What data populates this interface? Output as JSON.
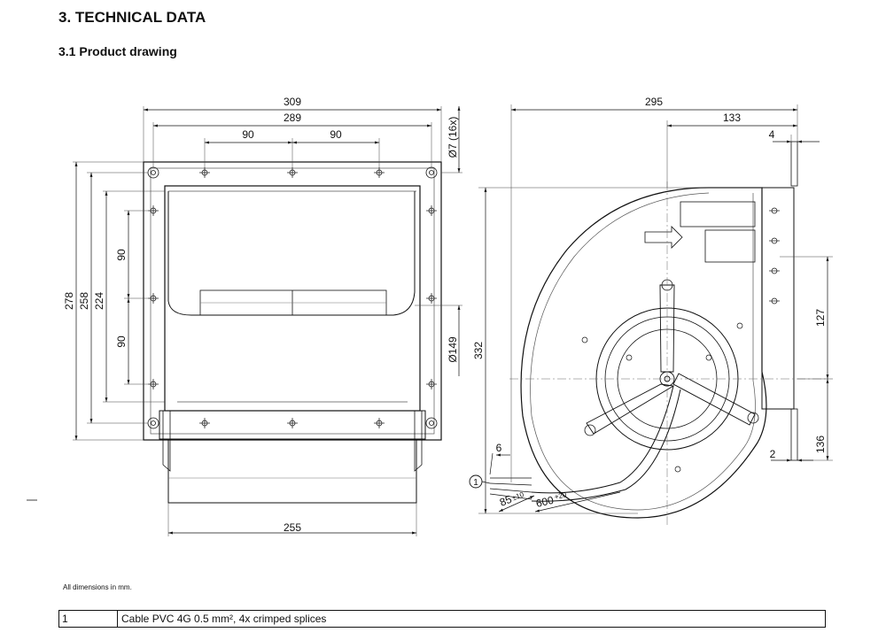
{
  "header": {
    "section_title": "3. TECHNICAL DATA",
    "subsection_title": "3.1 Product drawing"
  },
  "front_view": {
    "dim_width_outer": "309",
    "dim_width_inner": "289",
    "dim_hole_pitch_left": "90",
    "dim_hole_pitch_right": "90",
    "dim_height_total": "278",
    "dim_height_258": "258",
    "dim_height_224": "224",
    "dim_vert_pitch_top": "90",
    "dim_vert_pitch_bottom": "90",
    "dim_hole_diameter": "Ø7 (16x)",
    "dim_outlet_diameter": "Ø149",
    "dim_base_width": "255"
  },
  "side_view": {
    "dim_depth": "295",
    "dim_133": "133",
    "dim_4": "4",
    "dim_height": "332",
    "dim_127": "127",
    "dim_136": "136",
    "dim_2": "2",
    "dim_6": "6",
    "dim_cable_strip": "85",
    "dim_cable_strip_tol": "±10",
    "dim_cable_length": "600",
    "dim_cable_length_tol": "+20",
    "callout_1": "1"
  },
  "footer": {
    "note": "All dimensions in mm.",
    "legend_number": "1",
    "legend_text": "Cable PVC 4G 0.5 mm², 4x crimped splices"
  }
}
